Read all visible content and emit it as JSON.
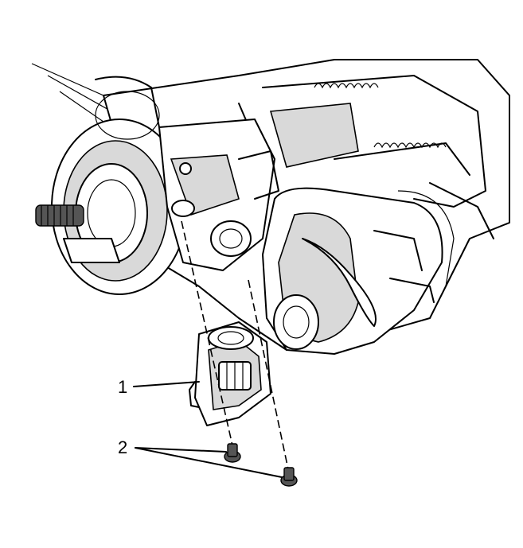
{
  "callouts": [
    {
      "label": "1",
      "part": "switch-module"
    },
    {
      "label": "2",
      "part": "screws"
    }
  ],
  "colors": {
    "ink": "#000000",
    "paper": "#ffffff",
    "shade": "#d9d9d9"
  }
}
